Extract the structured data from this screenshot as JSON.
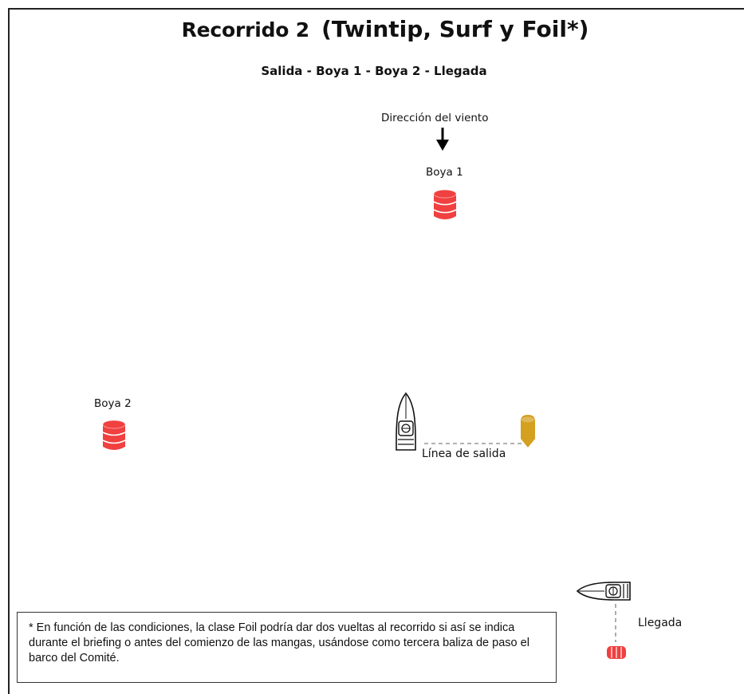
{
  "title": {
    "main": "Recorrido 2",
    "classes": "(Twintip, Surf y Foil*)"
  },
  "subtitle": "Salida - Boya 1 - Boya 2 - Llegada",
  "wind": {
    "label": "Dirección del viento",
    "icon": "arrow-down-icon"
  },
  "buoys": [
    {
      "label": "Boya 1",
      "color": "#f04040"
    },
    {
      "label": "Boya 2",
      "color": "#f04040"
    }
  ],
  "start_line": {
    "label": "Línea de salida",
    "pin_color": "#d4a020"
  },
  "finish": {
    "label": "Llegada",
    "mark_color": "#f04040"
  },
  "note": "* En función de las condiciones, la clase Foil podría dar dos vueltas al recorrido si así se indica durante el briefing o antes del comienzo de las mangas, usándose como tercera baliza de paso el barco del Comité."
}
